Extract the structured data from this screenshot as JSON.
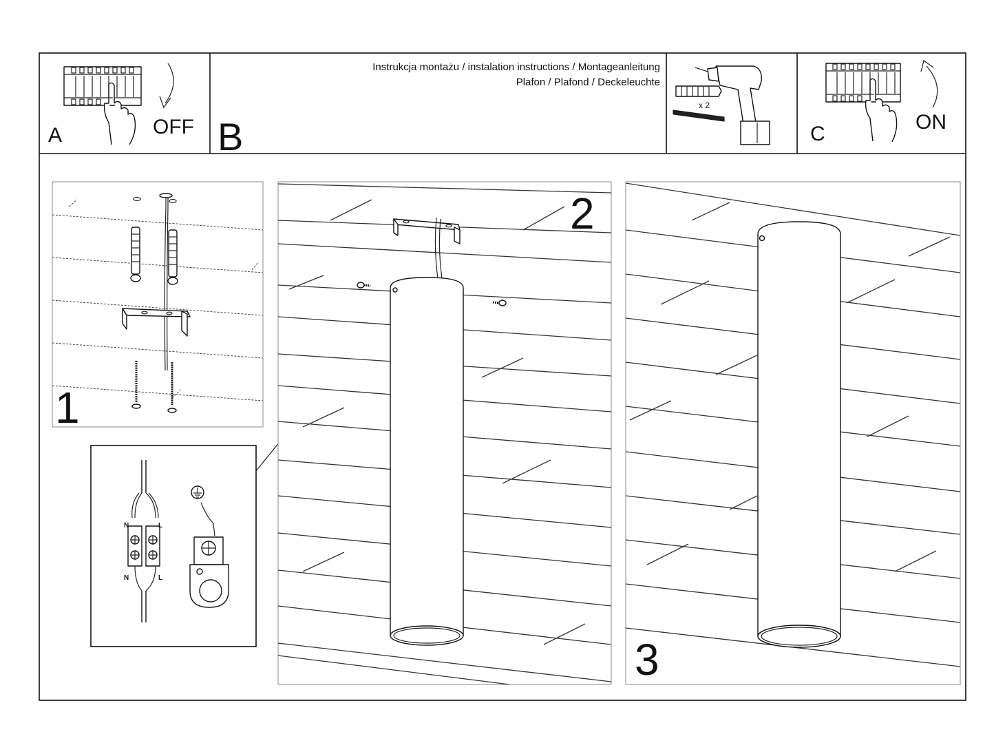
{
  "header": {
    "title_line1": "Instrukcja montażu / instalation instructions / Montageanleitung",
    "title_line2": "Plafon / Plafond / Deckeleuchte"
  },
  "step_a": {
    "letter": "A",
    "switch_label": "OFF",
    "icon": "fuse-box-switch-off"
  },
  "step_b": {
    "letter": "B"
  },
  "tools": {
    "quantity": "x 2",
    "icon": "drill-with-anchors-and-screws"
  },
  "step_c": {
    "letter": "C",
    "switch_label": "ON",
    "icon": "fuse-box-switch-on"
  },
  "steps": {
    "s1": {
      "number": "1"
    },
    "s2": {
      "number": "2"
    },
    "s3": {
      "number": "3"
    }
  },
  "wiring": {
    "left_top": "N",
    "right_top": "L",
    "left_bottom": "N",
    "right_bottom": "L"
  }
}
